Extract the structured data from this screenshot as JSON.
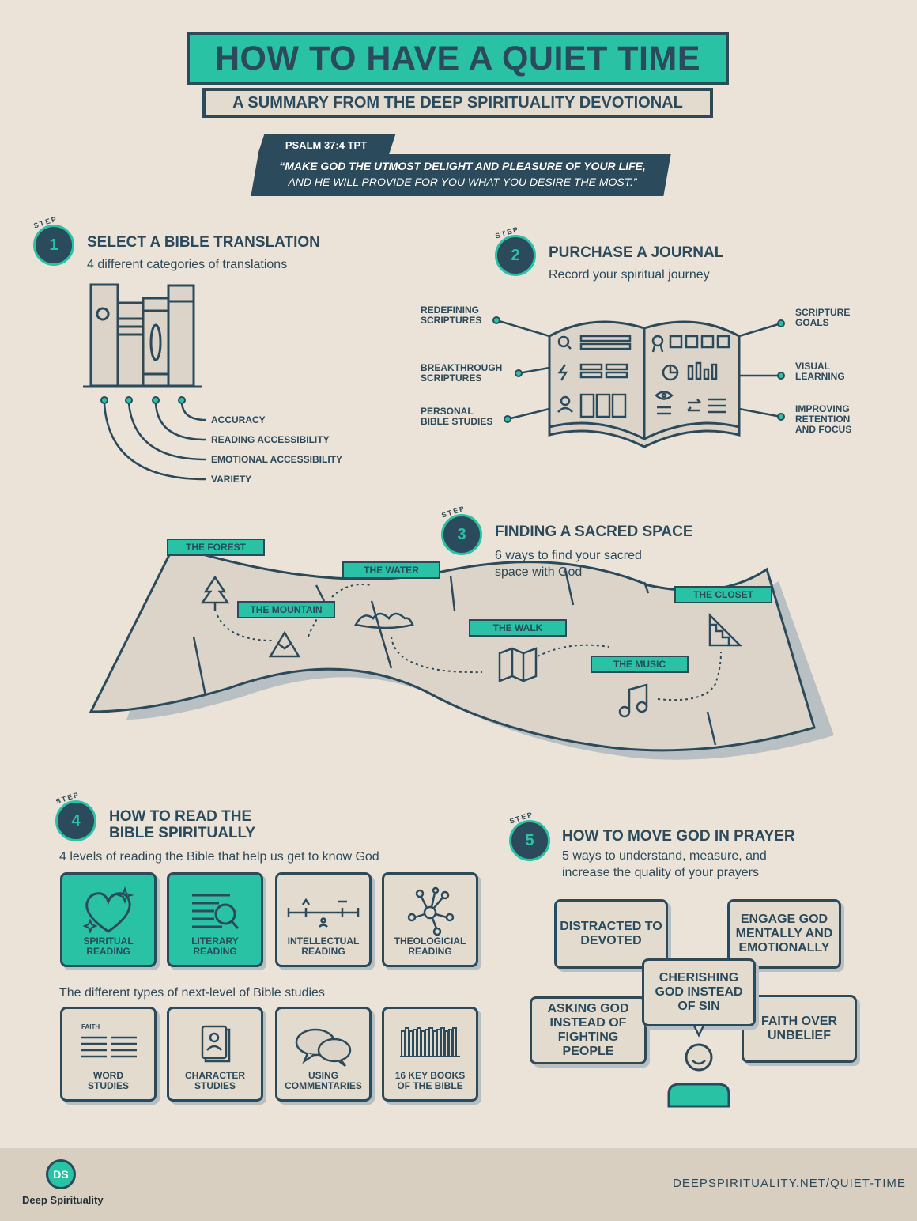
{
  "header": {
    "title": "HOW TO HAVE A QUIET TIME",
    "subtitle": "A SUMMARY FROM THE DEEP SPIRITUALITY DEVOTIONAL"
  },
  "quote": {
    "reference": "PSALM 37:4 TPT",
    "line1": "“MAKE GOD THE UTMOST DELIGHT AND PLEASURE OF YOUR LIFE,",
    "line2": "AND HE WILL PROVIDE FOR YOU WHAT YOU DESIRE THE MOST.”"
  },
  "step_word": "STEP",
  "step1": {
    "number": "1",
    "title": "SELECT A BIBLE TRANSLATION",
    "subtitle": "4 different categories of translations",
    "categories": [
      "ACCURACY",
      "READING ACCESSIBILITY",
      "EMOTIONAL ACCESSIBILITY",
      "VARIETY"
    ]
  },
  "step2": {
    "number": "2",
    "title": "PURCHASE A JOURNAL",
    "subtitle": "Record your spiritual journey",
    "left_items": [
      "REDEFINING\nSCRIPTURES",
      "BREAKTHROUGH\nSCRIPTURES",
      "PERSONAL\nBIBLE STUDIES"
    ],
    "right_items": [
      "SCRIPTURE\nGOALS",
      "VISUAL\nLEARNING",
      "IMPROVING\nRETENTION\nAND FOCUS"
    ]
  },
  "step3": {
    "number": "3",
    "title": "FINDING A SACRED SPACE",
    "subtitle_l1": "6 ways to find your sacred",
    "subtitle_l2": "space with God",
    "places": [
      "THE FOREST",
      "THE WATER",
      "THE MOUNTAIN",
      "THE WALK",
      "THE CLOSET",
      "THE MUSIC"
    ]
  },
  "step4": {
    "number": "4",
    "title_l1": "HOW TO READ THE",
    "title_l2": "BIBLE SPIRITUALLY",
    "subtitle": "4 levels of reading the Bible that help us get to know God",
    "levels": [
      {
        "label": "SPIRITUAL\nREADING",
        "icon": "heart-sparkle-icon"
      },
      {
        "label": "LITERARY\nREADING",
        "icon": "text-magnifier-icon"
      },
      {
        "label": "INTELLECTUAL\nREADING",
        "icon": "timeline-icon"
      },
      {
        "label": "THEOLOGICIAL\nREADING",
        "icon": "network-icon"
      }
    ],
    "studies_heading": "The different types of next-level of Bible studies",
    "studies": [
      {
        "label": "WORD\nSTUDIES",
        "icon": "columns-text-icon",
        "icon_text": "FAITH"
      },
      {
        "label": "CHARACTER\nSTUDIES",
        "icon": "person-card-icon"
      },
      {
        "label": "USING\nCOMMENTARIES",
        "icon": "speech-bubbles-icon"
      },
      {
        "label": "16 KEY BOOKS\nOF THE BIBLE",
        "icon": "bookshelf-icon"
      }
    ]
  },
  "step5": {
    "number": "5",
    "title": "HOW TO MOVE GOD IN PRAYER",
    "subtitle_l1": "5 ways to understand, measure, and",
    "subtitle_l2": "increase the quality of your prayers",
    "bubbles": [
      "DISTRACTED TO\nDEVOTED",
      "ENGAGE GOD\nMENTALLY AND\nEMOTIONALLY",
      "CHERISHING\nGOD INSTEAD\nOF SIN",
      "ASKING GOD\nINSTEAD OF\nFIGHTING\nPEOPLE",
      "FAITH OVER\nUNBELIEF"
    ]
  },
  "footer": {
    "logo_text": "DS",
    "brand": "Deep Spirituality",
    "url": "DEEPSPIRITUALITY.NET/QUIET-TIME"
  },
  "colors": {
    "navy": "#2b4a5c",
    "teal": "#29c2a5",
    "background": "#ebe3d7"
  }
}
